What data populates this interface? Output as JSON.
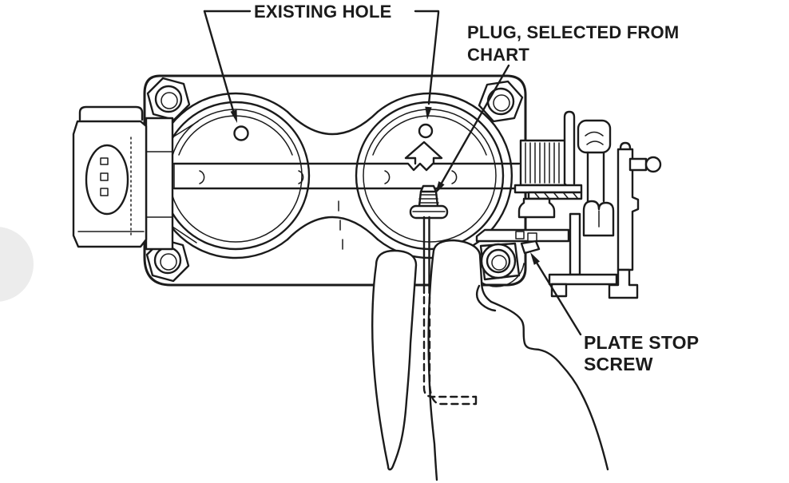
{
  "figure": {
    "type": "technical line illustration",
    "subject": "Throttle body plug installation with hand-held hex key",
    "ink_color": "#1b1b1b",
    "background_color": "#ffffff",
    "edge_artifact_color": "#ececec"
  },
  "labels": {
    "existing_hole": "EXISTING HOLE",
    "plug_line1": "PLUG, SELECTED FROM",
    "plug_line2": "CHART",
    "plate_stop_line1": "PLATE STOP",
    "plate_stop_line2": "SCREW"
  },
  "components": {
    "throttle_body": "twin-bore throttle body casting",
    "left_bore": "left throttle bore",
    "right_bore": "right throttle bore",
    "throttle_shaft": "throttle shaft with plate screws",
    "connector": "sensor electrical connector",
    "bolts": "four hex mounting bolts",
    "existing_holes": "two existing holes",
    "plug": "plug being installed",
    "tool": "hex key (hidden portion dashed)",
    "hand": "installer hand",
    "lever_assembly": "throttle lever, spring and ball-stud linkage",
    "plate_stop_screw": "plate stop screw"
  }
}
